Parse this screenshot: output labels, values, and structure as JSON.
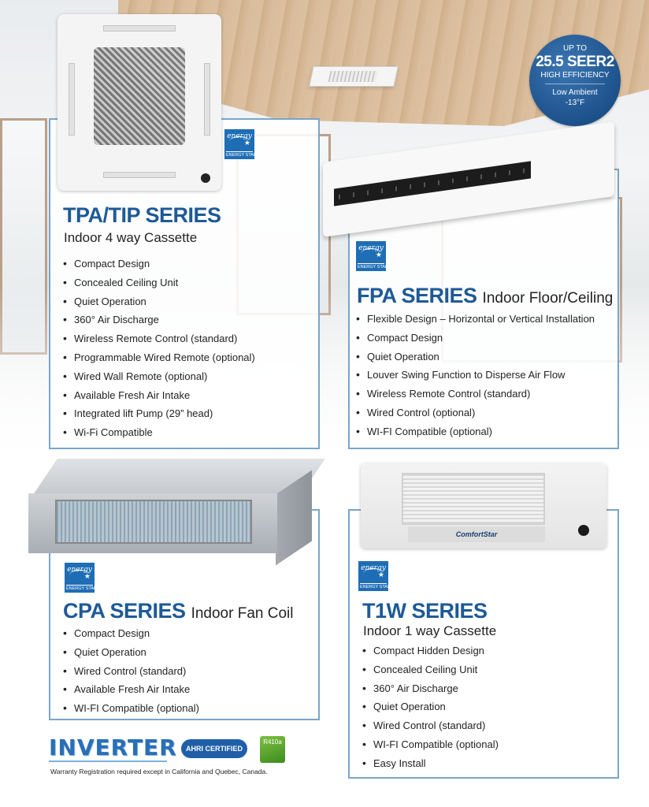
{
  "colors": {
    "brand_blue": "#1d5a97",
    "panel_border": "#7aa5c9",
    "energy_star": "#1f6eb5"
  },
  "badge": {
    "line1": "UP TO",
    "line2": "25.5 SEER2",
    "line3": "HIGH EFFICIENCY",
    "line4": "Low Ambient",
    "line5": "-13°F"
  },
  "energy_star": {
    "script": "energy",
    "label": "ENERGY STAR"
  },
  "tpa": {
    "title": "TPA/TIP SERIES",
    "subtitle": "Indoor 4 way Cassette",
    "features": [
      "Compact Design",
      "Concealed Ceiling Unit",
      "Quiet Operation",
      "360° Air Discharge",
      "Wireless Remote Control (standard)",
      "Programmable Wired Remote (optional)",
      "Wired Wall Remote (optional)",
      "Available Fresh Air Intake",
      "Integrated lift Pump (29” head)",
      "Wi-Fi Compatible"
    ]
  },
  "fpa": {
    "title": "FPA SERIES",
    "subtitle": "Indoor Floor/Ceiling",
    "features": [
      "Flexible Design – Horizontal or Vertical Installation",
      "Compact Design",
      "Quiet Operation",
      "Louver Swing Function to Disperse Air Flow",
      "Wireless Remote Control (standard)",
      "Wired Control (optional)",
      "WI-FI Compatible (optional)"
    ]
  },
  "cpa": {
    "title": "CPA SERIES",
    "subtitle": "Indoor Fan Coil",
    "features": [
      "Compact Design",
      "Quiet Operation",
      "Wired Control (standard)",
      "Available Fresh Air Intake",
      "WI-FI Compatible (optional)"
    ]
  },
  "t1w": {
    "title": "T1W SERIES",
    "subtitle": "Indoor 1 way Cassette",
    "nameplate": "ComfortStar",
    "features": [
      "Compact Hidden Design",
      "Concealed Ceiling Unit",
      "360° Air Discharge",
      "Quiet Operation",
      "Wired Control (standard)",
      "WI-FI Compatible (optional)",
      "Easy Install"
    ]
  },
  "logos": {
    "inverter": "INVERTER",
    "ahri": "AHRI CERTIFIED",
    "r410a": "R410a"
  },
  "footer": {
    "warranty": "Warranty Registration required except in California and Quebec, Canada."
  }
}
